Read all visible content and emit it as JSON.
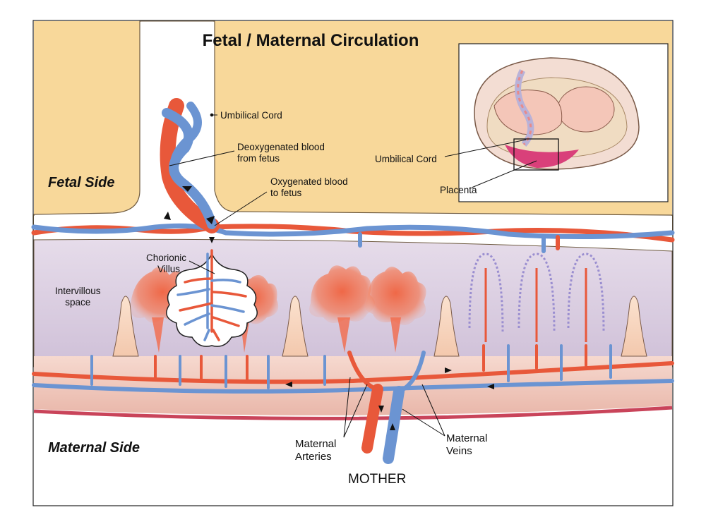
{
  "title": "Fetal / Maternal Circulation",
  "sides": {
    "fetal": "Fetal Side",
    "maternal": "Maternal Side"
  },
  "labels": {
    "umbilical_cord": "Umbilical Cord",
    "deoxygenated_line1": "Deoxygenated blood",
    "deoxygenated_line2": "from fetus",
    "oxygenated_line1": "Oxygenated blood",
    "oxygenated_line2": "to fetus",
    "chorionic_line1": "Chorionic",
    "chorionic_line2": "Villus",
    "intervillous_line1": "Intervillous",
    "intervillous_line2": "space",
    "maternal_arteries_line1": "Maternal",
    "maternal_arteries_line2": "Arteries",
    "maternal_veins_line1": "Maternal",
    "maternal_veins_line2": "Veins",
    "mother": "MOTHER"
  },
  "inset": {
    "umbilical_cord": "Umbilical Cord",
    "placenta": "Placenta"
  },
  "colors": {
    "fetal_bg": "#f8d89a",
    "intervillous_bg": "#ddd0e3",
    "maternal_tissue": "#f3cfc5",
    "artery_red": "#e8583a",
    "vein_blue": "#6b94d2",
    "placenta_magenta": "#d9407a"
  }
}
